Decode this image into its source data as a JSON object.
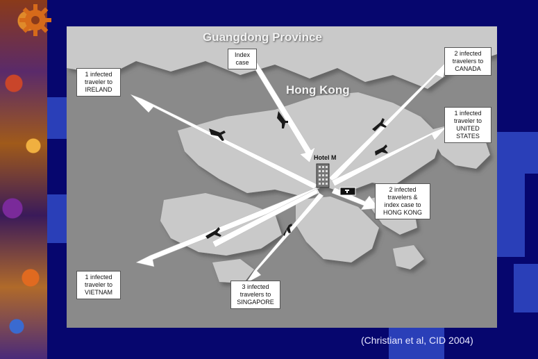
{
  "map": {
    "province_title": "Guangdong Province",
    "city_title": "Hong Kong",
    "hotel_label": "Hotel M"
  },
  "labels": {
    "index_case": "Index\ncase",
    "ireland": "1 infected\ntraveler to\nIRELAND",
    "canada": "2 infected\ntravelers to\nCANADA",
    "united_states": "1 infected\ntraveler to\nUNITED\nSTATES",
    "hong_kong": "2 infected\ntravelers &\nindex case to\nHONG KONG",
    "vietnam": "1 infected\ntraveler to\nVIETNAM",
    "singapore": "3 infected\ntravelers to\nSINGAPORE"
  },
  "citation": "(Christian et al, CID 2004)",
  "colors": {
    "slide_background": "#06066e",
    "map_sea": "#8a8a8a",
    "map_land": "#c8c8c8",
    "arrow": "#ffffff"
  }
}
